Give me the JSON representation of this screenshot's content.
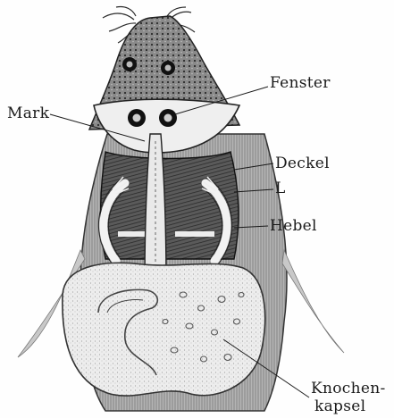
{
  "figure": {
    "labels": {
      "fenster": "Fenster",
      "mark": "Mark",
      "deckel": "Deckel",
      "l": "L",
      "hebel": "Hebel",
      "knochenkapsel_line1": "Knochen-",
      "knochenkapsel_line2": "kapsel"
    }
  },
  "colors": {
    "ink": "#1a1a1a",
    "shading": "#6a6a6a",
    "paper": "#fefefe"
  }
}
